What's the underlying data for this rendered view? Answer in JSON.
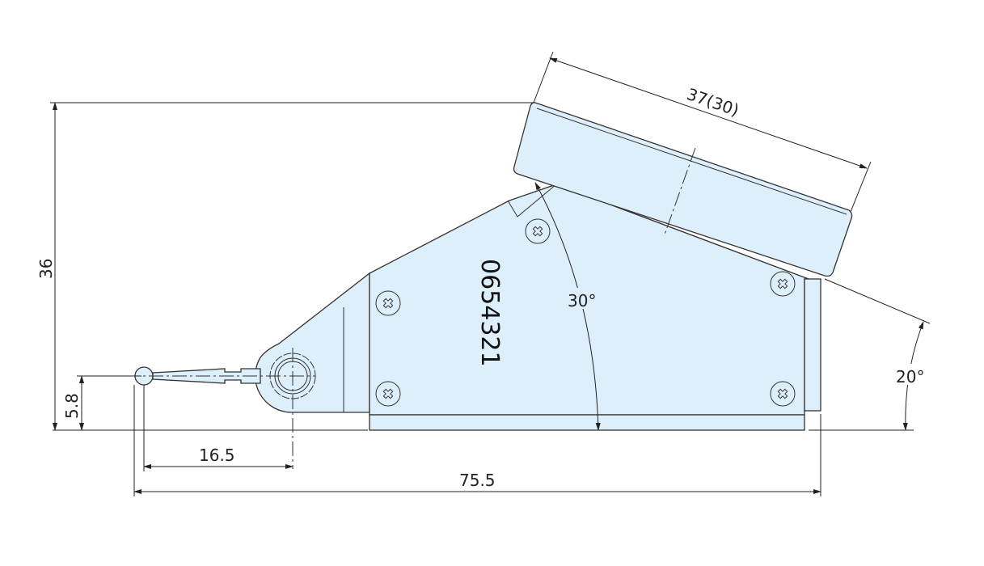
{
  "drawing": {
    "part_marking": "0654321",
    "dimensions": {
      "height": "36",
      "hinge_height": "5.8",
      "hinge_offset": "16.5",
      "overall_length": "75.5",
      "pad_length": "37(30)",
      "tilt_angle": "30°",
      "pad_angle": "20°"
    },
    "colors": {
      "part_fill": "#ddeffb",
      "line": "#333333"
    }
  }
}
